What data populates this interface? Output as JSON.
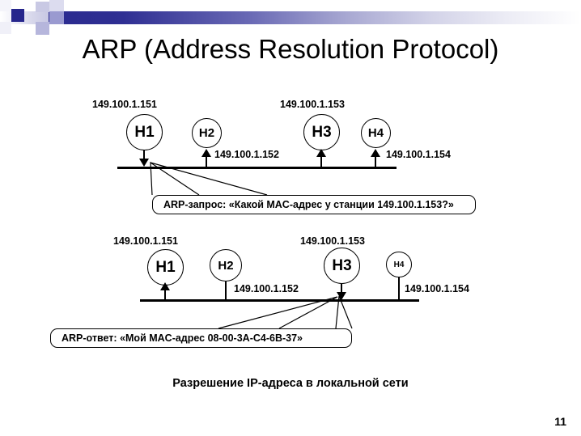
{
  "slide": {
    "title": "ARP (Address Resolution Protocol)",
    "caption": "Разрешение IP-адреса в локальной сети",
    "page_number": "11",
    "accent_color": "#26268c",
    "text_color": "#000000",
    "background_color": "#ffffff"
  },
  "diagram_top": {
    "nodes": [
      {
        "label": "H1",
        "ip": "149.100.1.151",
        "ip_position": "above",
        "arrow": "down"
      },
      {
        "label": "H2",
        "ip": "149.100.1.152",
        "ip_position": "right",
        "arrow": "up"
      },
      {
        "label": "H3",
        "ip": "149.100.1.153",
        "ip_position": "above",
        "arrow": "up"
      },
      {
        "label": "H4",
        "ip": "149.100.1.154",
        "ip_position": "right",
        "arrow": "up"
      }
    ],
    "callout": "ARP-запрос: «Какой MAC-адрес у станции 149.100.1.153?»"
  },
  "diagram_bottom": {
    "nodes": [
      {
        "label": "H1",
        "ip": "149.100.1.151",
        "ip_position": "above",
        "arrow": "up"
      },
      {
        "label": "H2",
        "ip": "149.100.1.152",
        "ip_position": "right",
        "arrow": "none"
      },
      {
        "label": "H3",
        "ip": "149.100.1.153",
        "ip_position": "above",
        "arrow": "down"
      },
      {
        "label": "H4",
        "ip": "149.100.1.154",
        "ip_position": "right",
        "arrow": "none"
      }
    ],
    "callout": "ARP-ответ: «Мой MAC-адрес  08-00-3A-C4-6B-37»"
  }
}
